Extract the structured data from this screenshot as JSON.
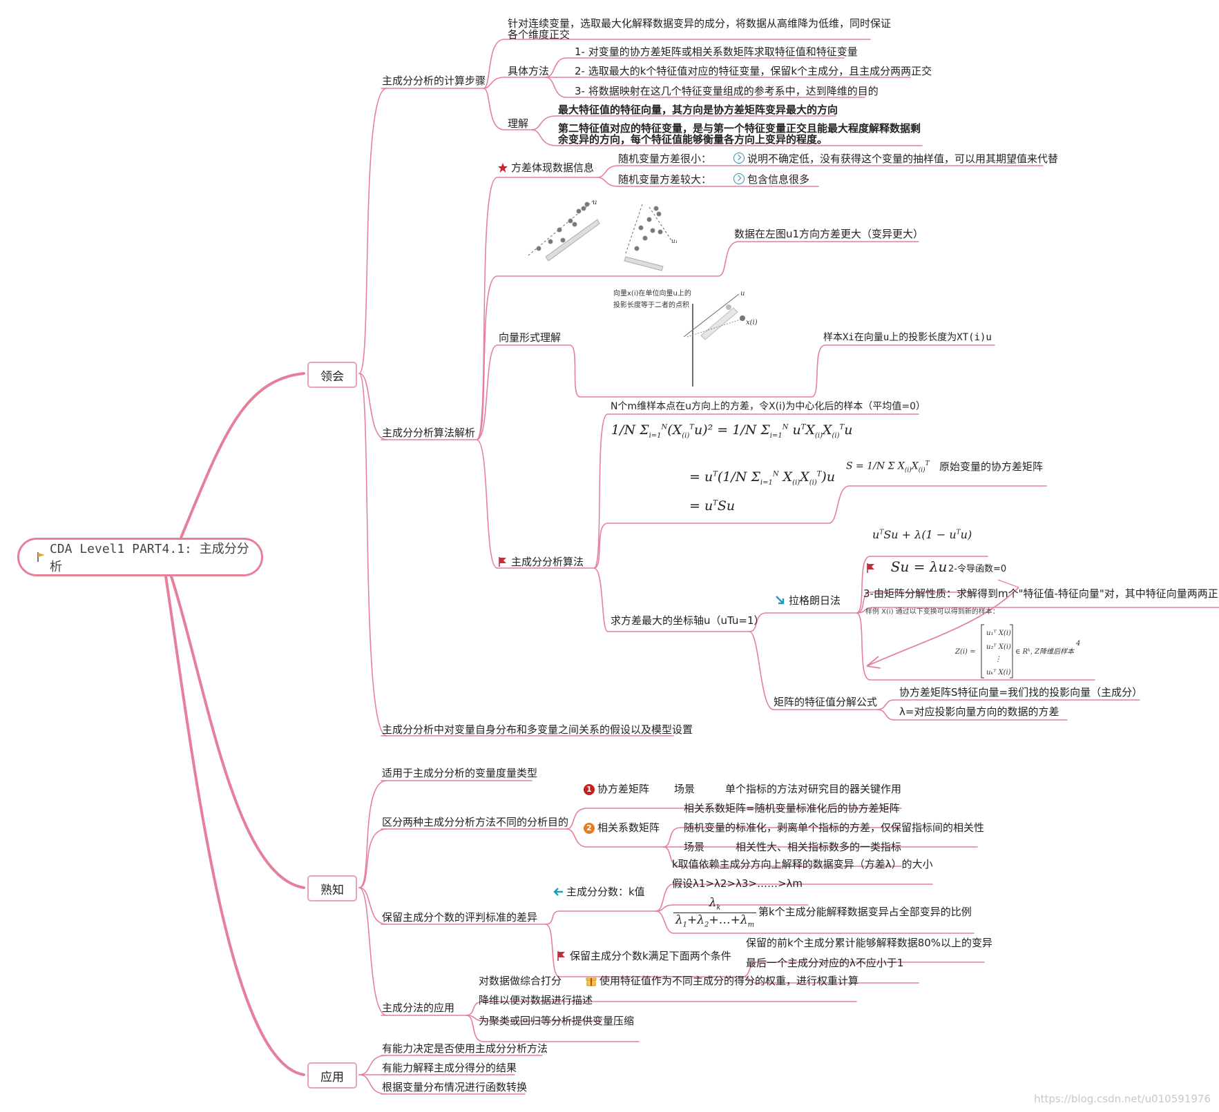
{
  "root": "CDA Level1 PART4.1: 主成分分析",
  "branches": {
    "linghui": "领会",
    "shuzhi": "熟知",
    "yingyong": "应用"
  },
  "lh": {
    "steps": "主成分分析的计算步骤",
    "steps_desc_1": "针对连续变量，选取最大化解释数据变异的成分，将数据从高维降为低维，同时保证",
    "steps_desc_2": "各个维度正交",
    "method": "具体方法",
    "m1": "1- 对变量的协方差矩阵或相关系数矩阵求取特征值和特征变量",
    "m2": "2- 选取最大的k个特征值对应的特征变量，保留k个主成分，且主成分两两正交",
    "m3": "3- 将数据映射在这几个特征变量组成的参考系中，达到降维的目的",
    "understand": "理解",
    "u1": "最大特征值的特征向量，其方向是协方差矩阵变异最大的方向",
    "u2a": "第二特征值对应的特征变量，是与第一个特征变量正交且能最大程度解释数据剩",
    "u2b": "余变异的方向，每个特征值能够衡量各方向上变异的程度。",
    "algo": "主成分分析算法解析",
    "variance": "方差体现数据信息",
    "v_small": "随机变量方差很小：",
    "v_small_d": "说明不确定低，没有获得这个变量的抽样值，可以用其期望值来代替",
    "v_large": "随机变量方差较大：",
    "v_large_d": "包含信息很多",
    "left_more": "数据在左图u1方向方差更大（变异更大）",
    "vector": "向量形式理解",
    "proj_note_1": "向量x(i)在单位向量u上的",
    "proj_note_2": "投影长度等于二者的点积",
    "proj_len": "样本Xi在向量u上的投影长度为XT(i)u",
    "pca_algo": "主成分分析算法",
    "n_samples": "N个m维样本点在u方向上的方差，令X(i)为中心化后的样本（平均值=0）",
    "cov_label": "原始变量的协方差矩阵",
    "max_axis": "求方差最大的坐标轴u（uTu=1）",
    "lagrange": "拉格朗日法",
    "l2": "2-令导函数=0",
    "l3": "3-由矩阵分解性质：求解得到m个\"特征值-特征向量\"对，其中特征向量两两正交",
    "sample_note": "样例 X(i) 通过以下变换可以得到新的样本：",
    "eigen": "矩阵的特征值分解公式",
    "e1": "协方差矩阵S特征向量=我们找的投影向量（主成分）",
    "e2": "λ=对应投影向量方向的数据的方差",
    "assume": "主成分分析中对变量自身分布和多变量之间关系的假设以及模型设置"
  },
  "sz": {
    "types": "适用于主成分分析的变量度量类型",
    "two": "区分两种主成分分析方法不同的分析目的",
    "cov": "协方差矩阵",
    "cov_scene": "场景",
    "cov_scene_d": "单个指标的方法对研究目的器关键作用",
    "corr": "相关系数矩阵",
    "c1": "相关系数矩阵=随机变量标准化后的协方差矩阵",
    "c2": "随机变量的标准化，剥离单个指标的方差，仅保留指标间的相关性",
    "c3": "场景",
    "c3d": "相关性大、相关指标数多的一类指标",
    "keep": "保留主成分个数的评判标准的差异",
    "kval": "主成分分数：k值",
    "k1": "k取值依赖主成分方向上解释的数据变异（方差λ）的大小",
    "k2": "假设λ1>λ2>λ3>……>λm",
    "k3": "第k个主成分能解释数据变异占全部变异的比例",
    "cond": "保留主成分个数k满足下面两个条件",
    "cond1": "保留的前k个主成分累计能够解释数据80%以上的变异",
    "cond2": "最后一个主成分对应的λ不应小于1",
    "app": "主成分法的应用",
    "a1": "对数据做综合打分",
    "a1d": "使用特征值作为不同主成分的得分的权重，进行权重计算",
    "a2": "降维以便对数据进行描述",
    "a3": "为聚类或回归等分析提供变量压缩"
  },
  "yy": {
    "y1": "有能力决定是否使用主成分分析方法",
    "y2": "有能力解释主成分得分的结果",
    "y3": "根据变量分布情况进行函数转换"
  },
  "watermark": "https://blog.csdn.net/u010591976",
  "colors": {
    "line": "#e57f9a",
    "root_border": "#e87f97",
    "star": "#d0202a",
    "flag": "#c0303a",
    "arrow": "#1a9bc0"
  }
}
